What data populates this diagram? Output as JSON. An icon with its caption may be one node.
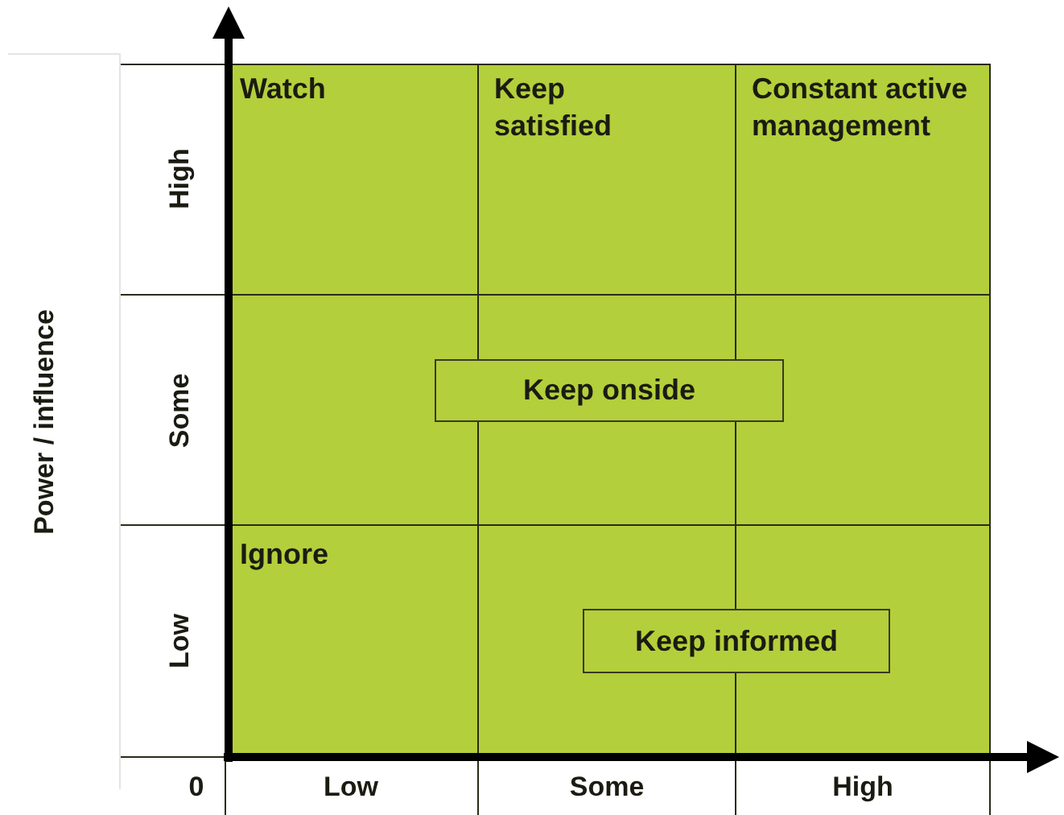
{
  "diagram": {
    "nodes": [
      {
        "text": [
          "Watch"
        ]
      },
      {
        "text": [
          "Keep satisfied"
        ]
      },
      {
        "text": [
          "Constant active management"
        ]
      },
      {
        "text": [
          "Ignore"
        ]
      },
      {
        "text": [
          "Keep onside"
        ]
      },
      {
        "text": [
          "Keep informed"
        ]
      }
    ],
    "labels": [
      "Power / influence",
      "High",
      "Some",
      "Low",
      "0",
      "Low",
      "Some",
      "High"
    ]
  }
}
